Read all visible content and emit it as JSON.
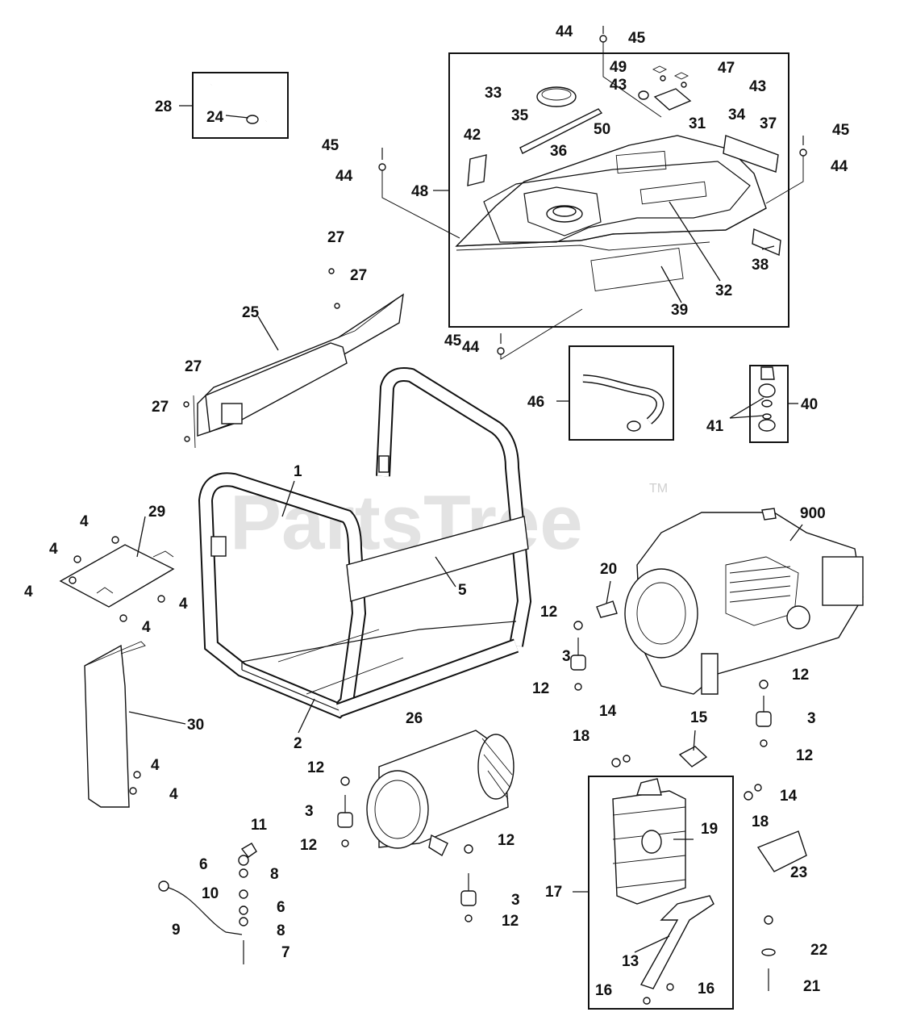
{
  "watermark": "PartsTree",
  "trademark": "TM",
  "labels": {
    "l1": "1",
    "l2": "2",
    "l5": "5",
    "l9": "9",
    "l11": "11",
    "l13": "13",
    "l15": "15",
    "l17": "17",
    "l19": "19",
    "l20": "20",
    "l21": "21",
    "l22": "22",
    "l23": "23",
    "l24": "24",
    "l25": "25",
    "l26": "26",
    "l28": "28",
    "l29": "29",
    "l30": "30",
    "l31": "31",
    "l32": "32",
    "l33": "33",
    "l34": "34",
    "l35": "35",
    "l36": "36",
    "l37": "37",
    "l38": "38",
    "l39": "39",
    "l40": "40",
    "l41": "41",
    "l42": "42",
    "l46": "46",
    "l47": "47",
    "l48": "48",
    "l49": "49",
    "l50": "50",
    "l900": "900",
    "n3": "3",
    "n4": "4",
    "n6": "6",
    "n7": "7",
    "n8": "8",
    "n10": "10",
    "n12": "12",
    "n14": "14",
    "n16": "16",
    "n18": "18",
    "n27": "27",
    "n43": "43",
    "n44": "44",
    "n45": "45"
  }
}
